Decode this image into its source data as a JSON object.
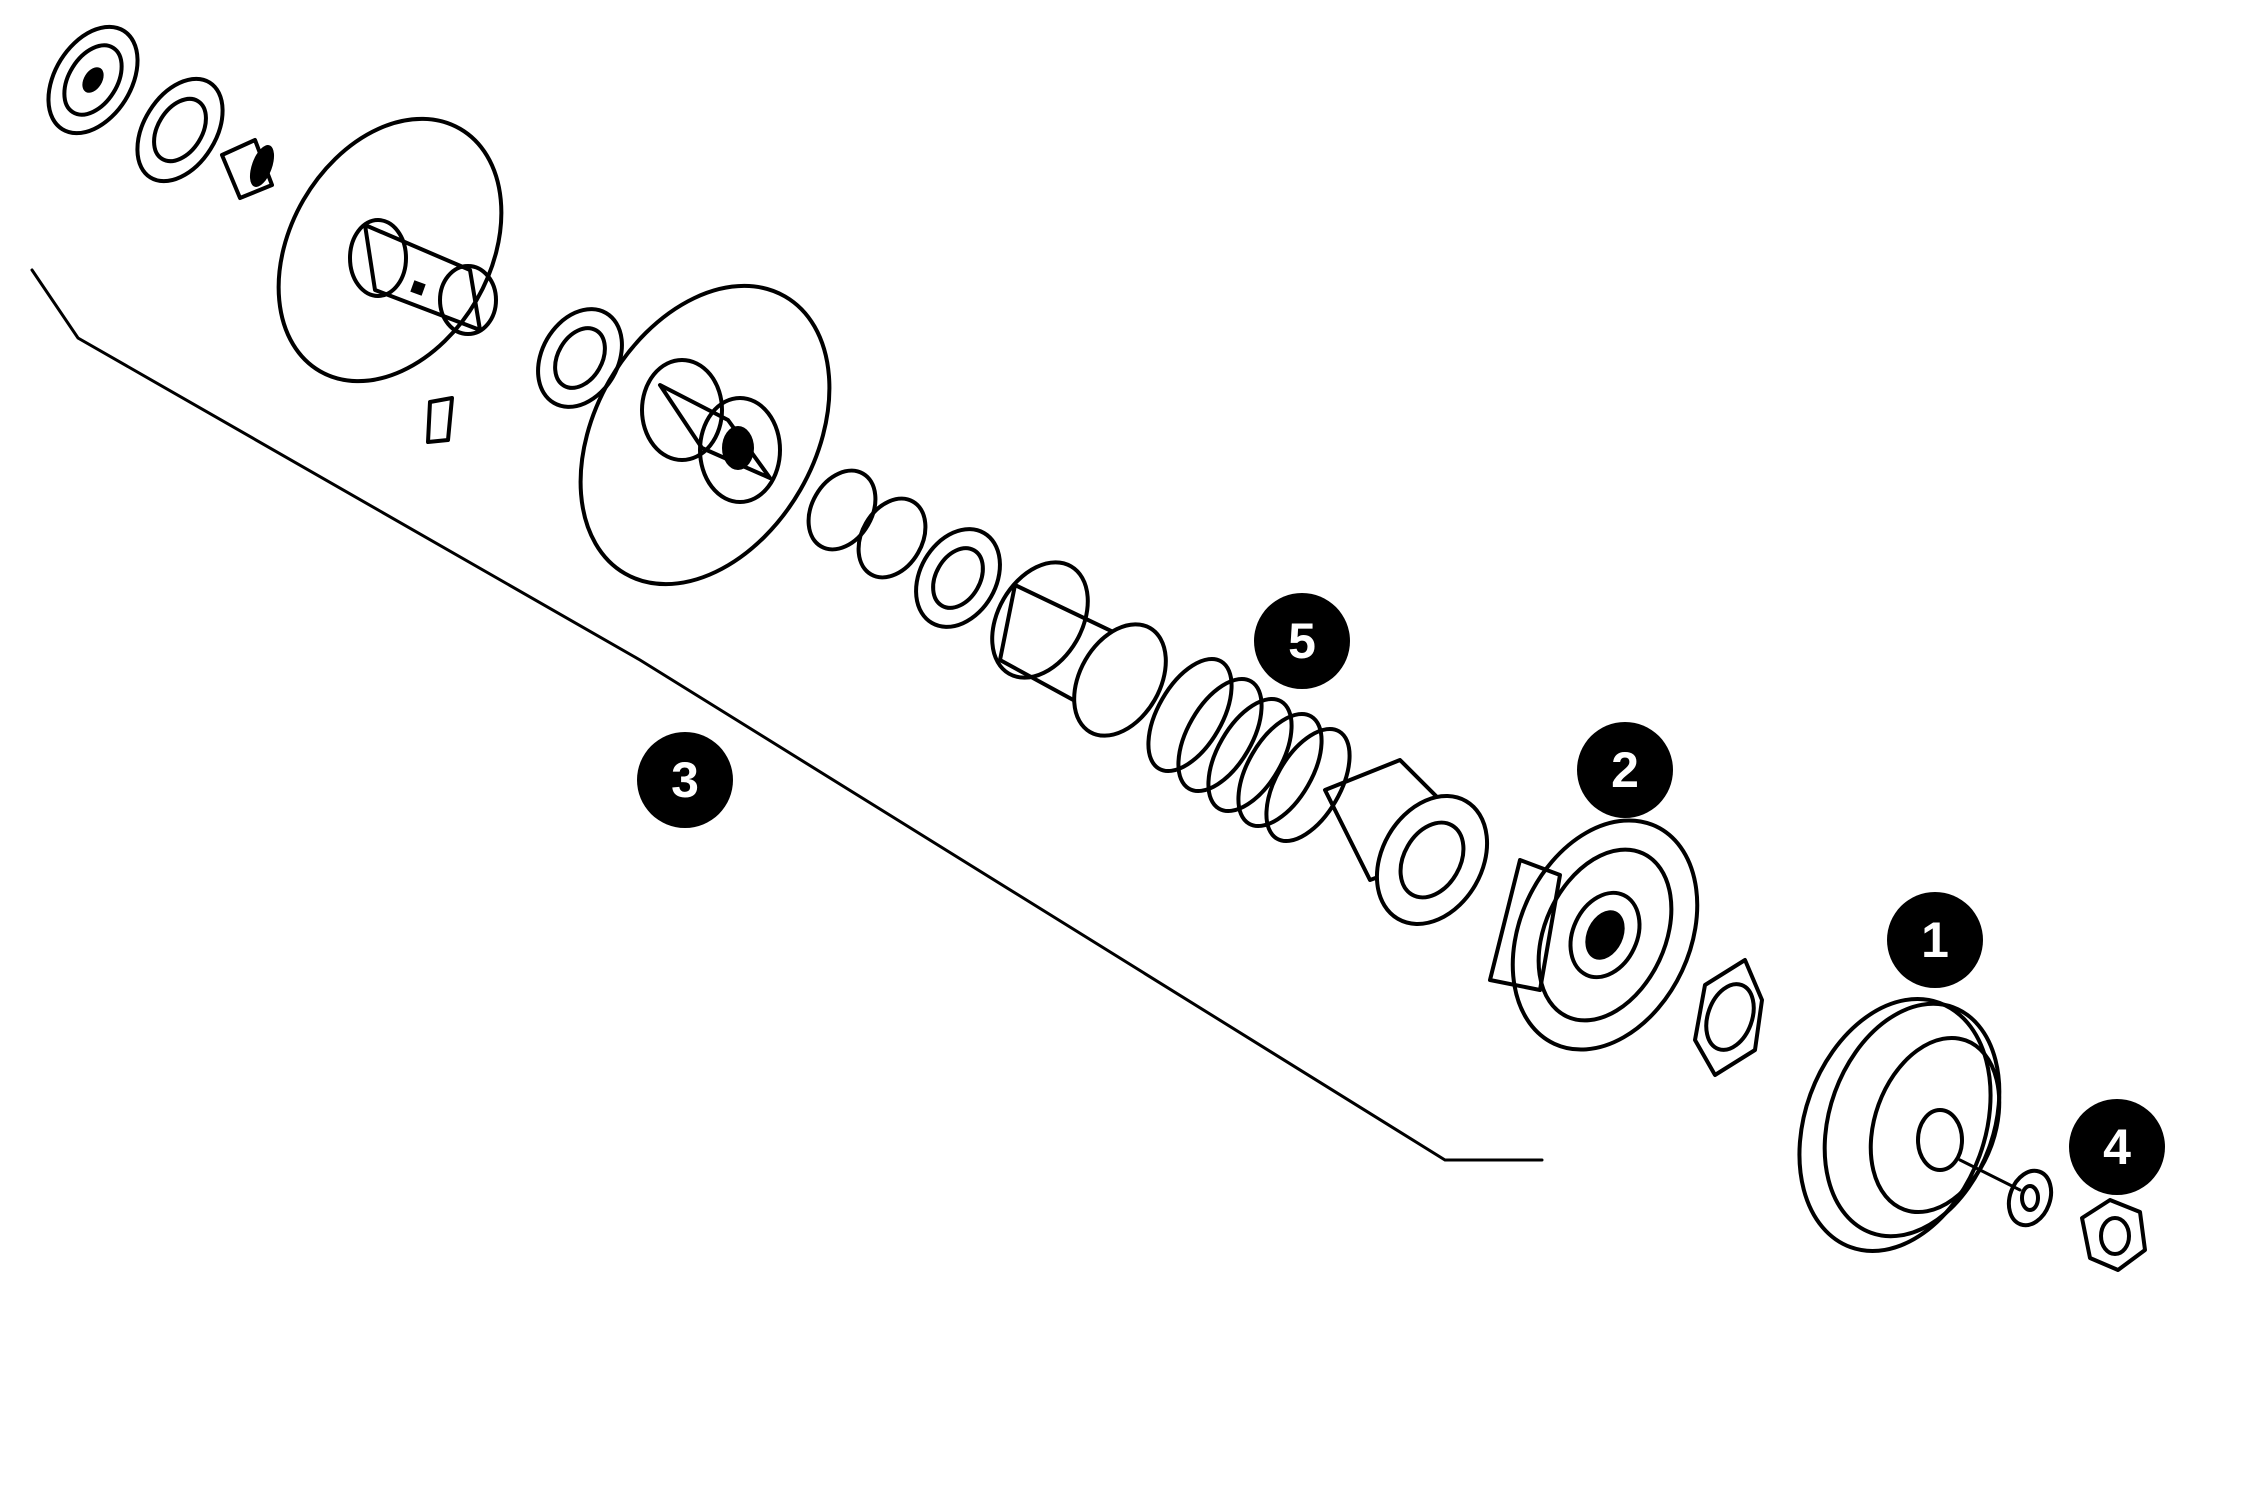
{
  "diagram": {
    "type": "exploded-parts-view",
    "colors": {
      "line": "#000000",
      "background": "#ffffff",
      "callout_fill": "#000000",
      "callout_text": "#ffffff"
    },
    "callouts": [
      {
        "id": "1",
        "label": "1"
      },
      {
        "id": "2",
        "label": "2"
      },
      {
        "id": "3",
        "label": "3"
      },
      {
        "id": "4",
        "label": "4"
      },
      {
        "id": "5",
        "label": "5"
      }
    ]
  }
}
